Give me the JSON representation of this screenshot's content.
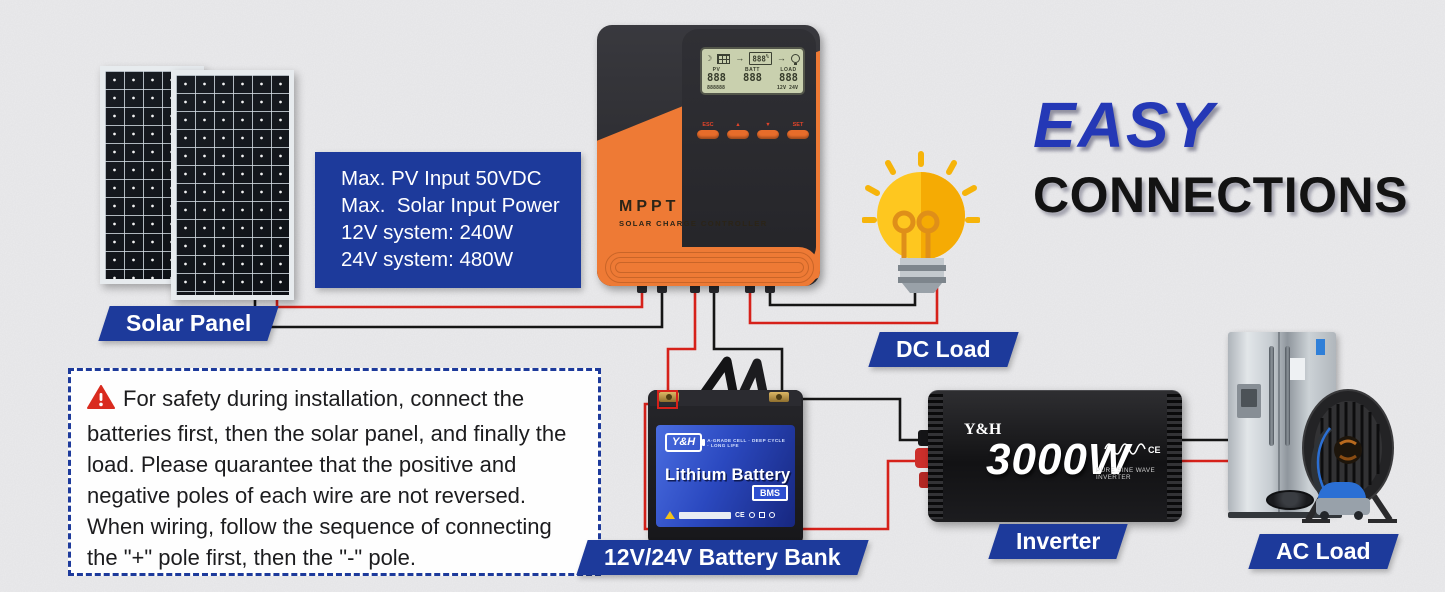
{
  "headline": {
    "word1": "EASY",
    "word2": "CONNECTIONS"
  },
  "spec_box": {
    "line1": "Max. PV Input 50VDC",
    "line2": "Max.  Solar Input Power",
    "line3": "12V system: 240W",
    "line4": "24V system: 480W"
  },
  "warning": {
    "text": "For safety during installation, connect the batteries first, then the solar panel, and finally the load. Please quarantee that the positive and negative poles of each wire are not reversed. When wiring, follow the sequence of connecting the \"+\" pole first, then the \"-\" pole."
  },
  "labels": {
    "solar_panel": "Solar Panel",
    "dc_load": "DC Load",
    "battery_bank": "12V/24V Battery Bank",
    "inverter": "Inverter",
    "ac_load": "AC Load"
  },
  "controller": {
    "name": "MPPT",
    "subtitle": "SOLAR CHARGE CONTROLLER",
    "buttons": [
      "ESC",
      "▲",
      "▼",
      "SET"
    ],
    "lcd": {
      "pv_label": "PV",
      "pv_value": "888",
      "batt_label": "BATT",
      "batt_value": "888",
      "load_label": "LOAD",
      "load_value": "888",
      "batt_soc": "888",
      "soc_unit": "%",
      "bottom_left": "888888",
      "bottom_right": "12V 24V",
      "arrow": "→",
      "moon": "☽"
    }
  },
  "battery": {
    "brand": "Y&H",
    "tagline": "A-GRADE CELL · DEEP CYCLE · LONG LIFE",
    "title": "Lithium Battery",
    "badge": "BMS",
    "cert": "CE"
  },
  "inverter_device": {
    "brand": "Y&H",
    "power": "3000W",
    "type": "PURE SINE WAVE INVERTER",
    "ce": "CE"
  },
  "colors": {
    "accent_blue": "#1d3a9b",
    "headline_blue": "#2438b6",
    "orange": "#ee7a35",
    "wire_red": "#d6211a",
    "wire_black": "#151515"
  }
}
